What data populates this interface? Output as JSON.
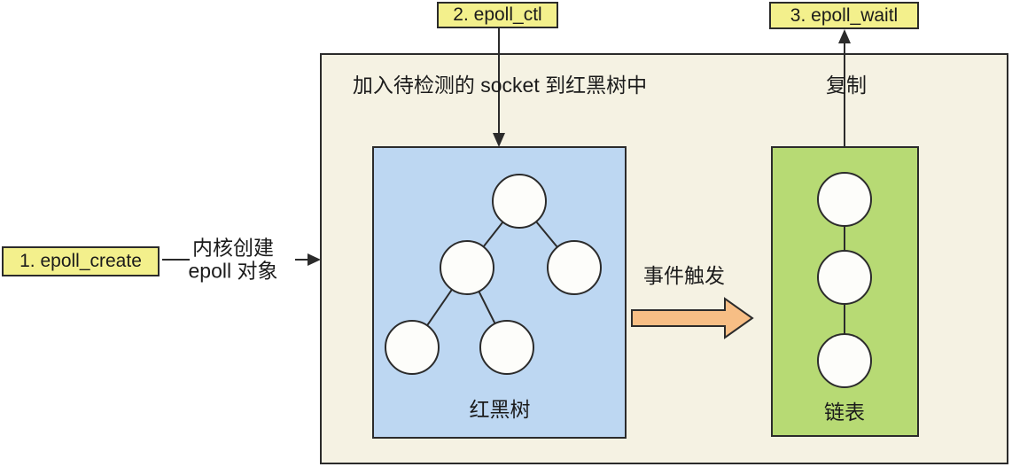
{
  "diagram": {
    "title_hint": "epoll workflow diagram",
    "labels": {
      "step1": "1. epoll_create",
      "step2": "2. epoll_ctl",
      "step3": "3. epoll_waitl"
    },
    "annotations": {
      "kernel_create_line1": "内核创建",
      "kernel_create_line2": "epoll 对象",
      "add_socket": "加入待检测的 socket 到红黑树中",
      "copy": "复制",
      "event_trigger": "事件触发"
    },
    "containers": {
      "rbtree_label": "红黑树",
      "linkedlist_label": "链表",
      "rbtree_node_count": 5,
      "linkedlist_node_count": 3
    },
    "colors": {
      "label_yellow": "#F3F08C",
      "rbtree_blue": "#BDD7F2",
      "list_green": "#B7DA74",
      "kernel_cream": "#F5F2E3",
      "arrow_orange": "#F7BE85",
      "stroke_dark": "#2B2B2B",
      "circle_fill": "#FDFDFA"
    }
  }
}
